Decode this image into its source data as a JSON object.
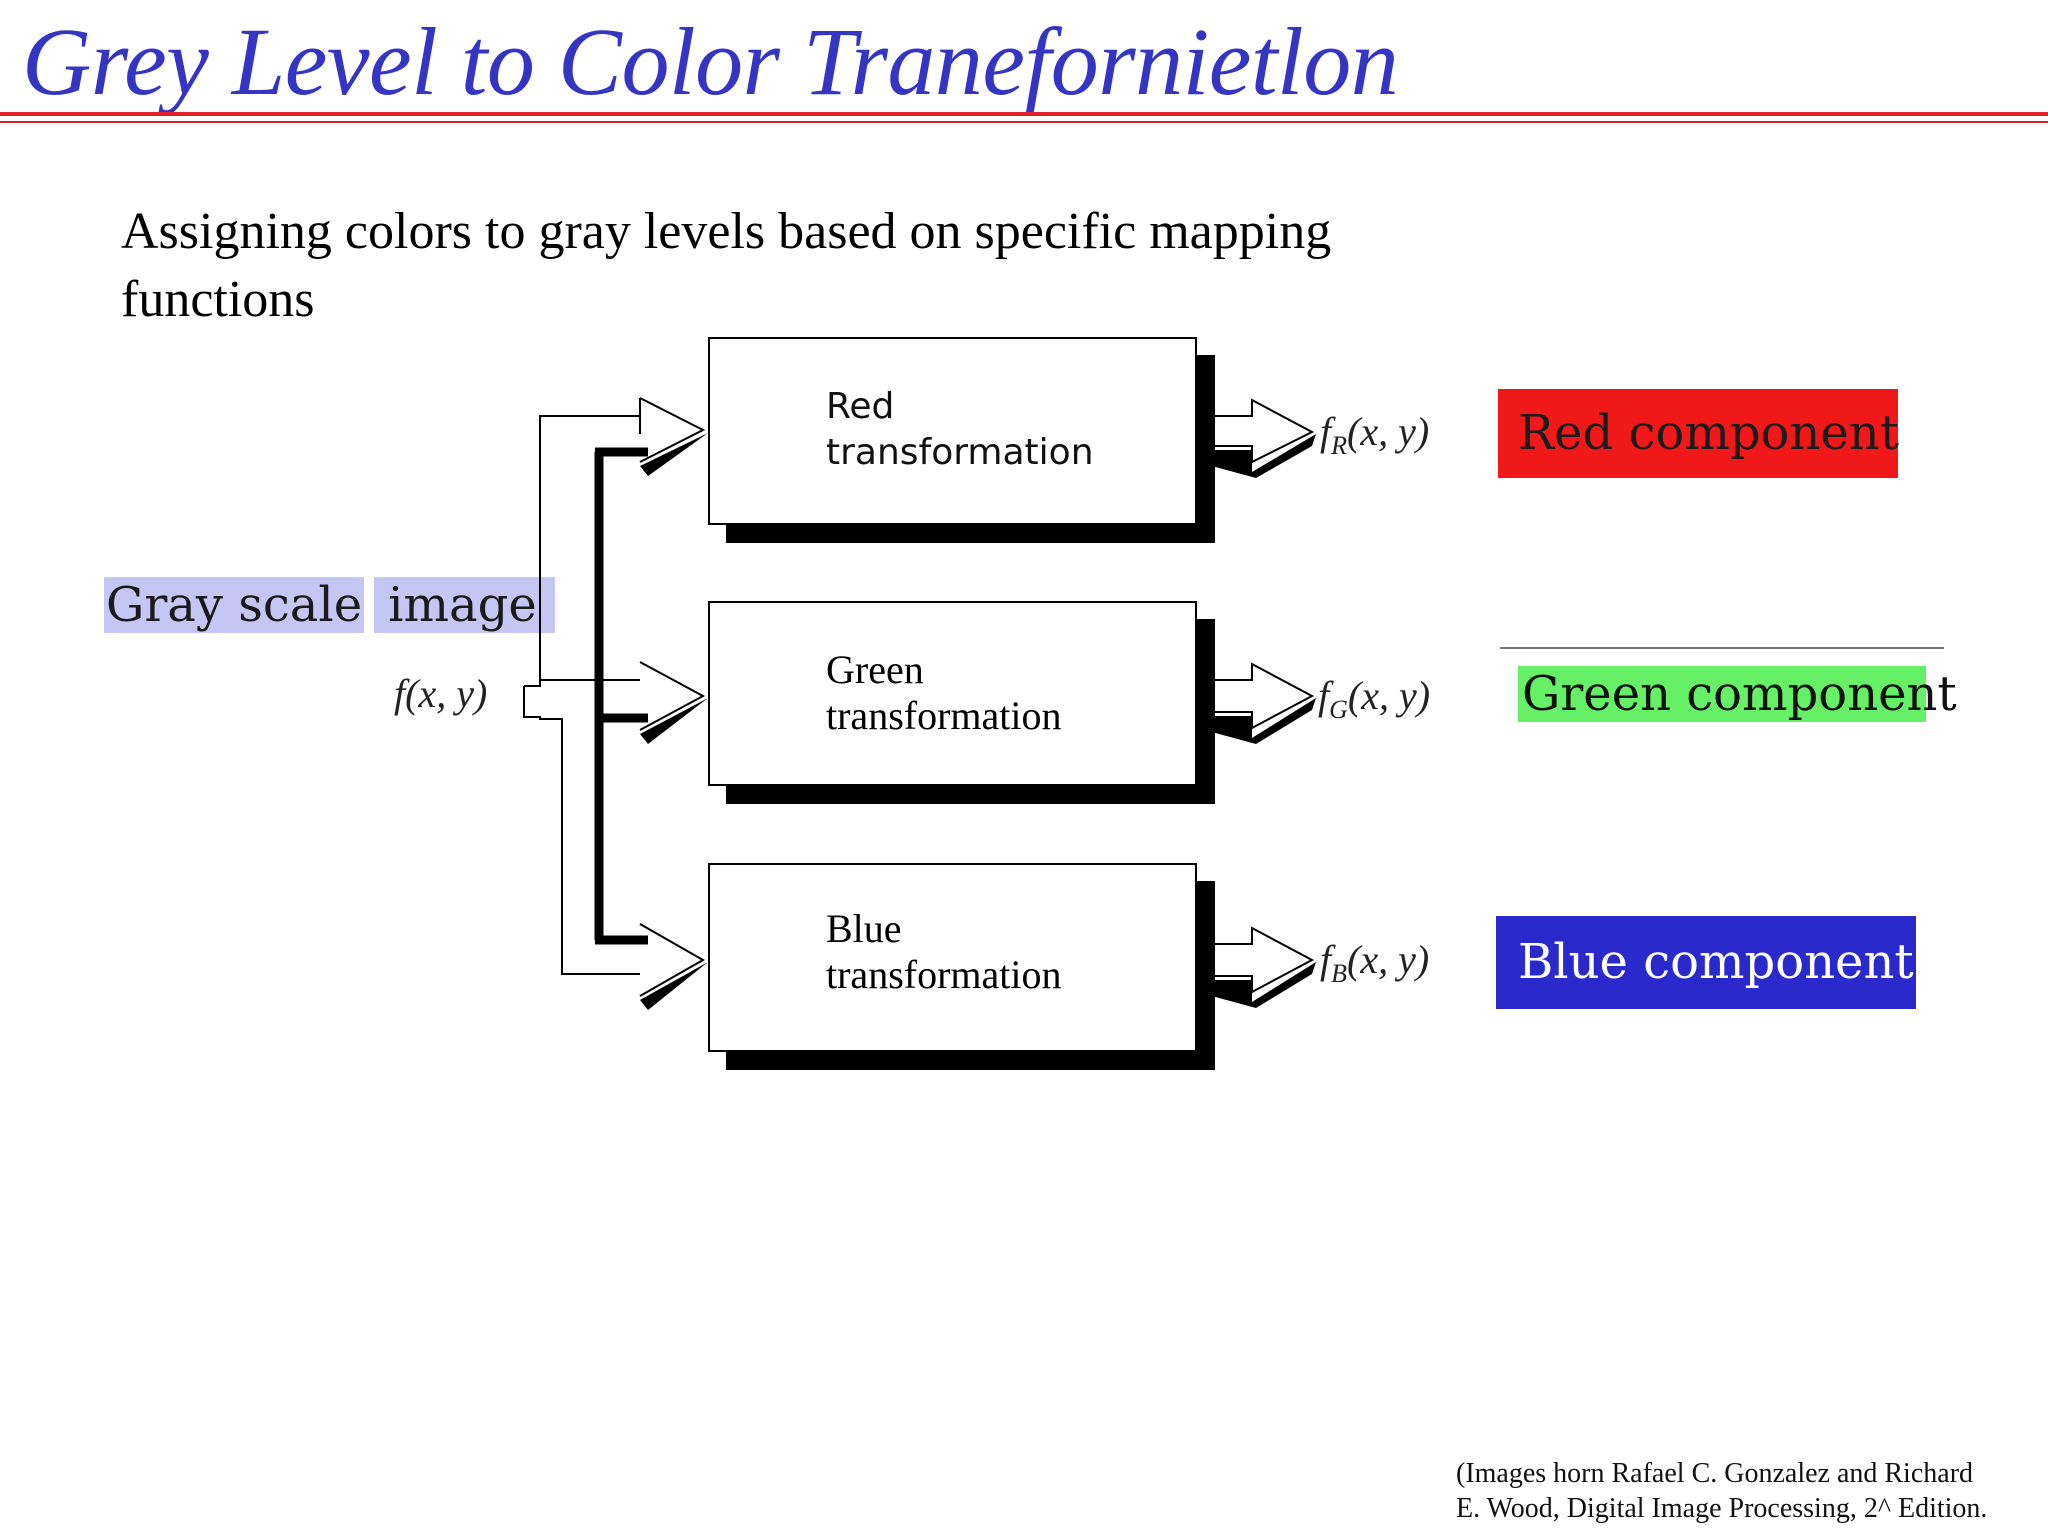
{
  "slide": {
    "title": "Grey Level to Color Tranefornietlon",
    "subtitle_line1": "Assigning colors to gray levels based on specific mapping",
    "subtitle_line2": "functions"
  },
  "diagram": {
    "input": {
      "label_part1": "Gray scale",
      "label_part2": "image",
      "function_f": "f",
      "function_args": "(x, y)"
    },
    "boxes": [
      {
        "line1": "Red",
        "line2": "transformation"
      },
      {
        "line1": "Green",
        "line2": "transformation"
      },
      {
        "line1": "Blue",
        "line2": "transformation"
      }
    ],
    "outputs": [
      {
        "f": "f",
        "sub": "R",
        "args": "(x, y)"
      },
      {
        "f": "f",
        "sub": "G",
        "args": "(x, y)"
      },
      {
        "f": "f",
        "sub": "B",
        "args": "(x, y)"
      }
    ],
    "components": {
      "red": "Red component",
      "green": "Green component",
      "blue": "Blue component"
    },
    "colors": {
      "red": "#f01818",
      "green": "#66f066",
      "blue": "#2a2acc",
      "highlight": "#c6c6f5",
      "title": "#3535c4",
      "rule": "#e0202e"
    }
  },
  "citation": {
    "line1": "(Images horn Rafael C. Gonzalez and Richard",
    "line2": "E. Wood, Digital Image Processing, 2^  Edition."
  }
}
